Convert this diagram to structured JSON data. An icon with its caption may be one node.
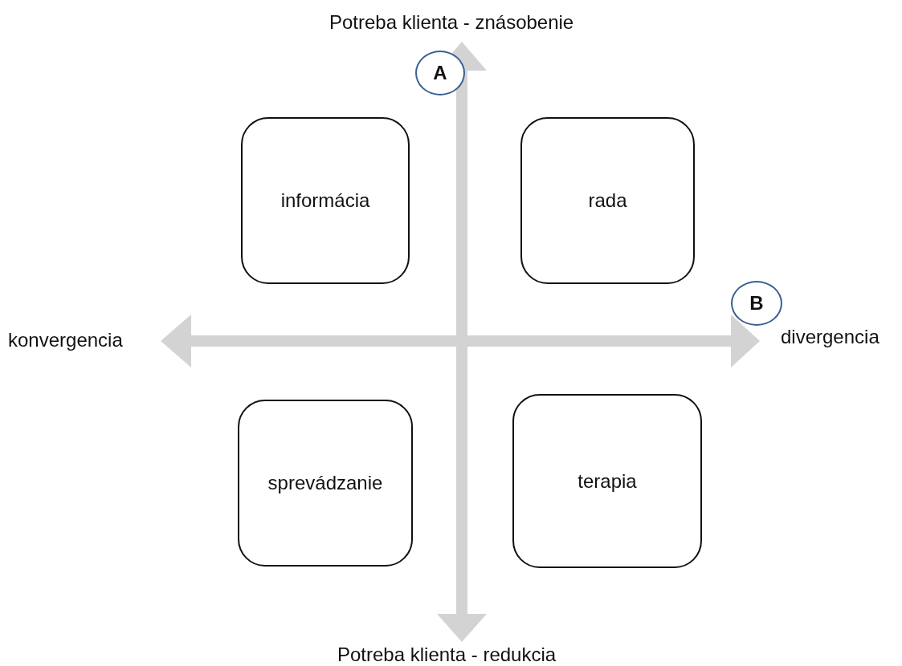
{
  "diagram": {
    "nodes": [
      {
        "text": [
          "A"
        ]
      },
      {
        "text": [
          "informácia"
        ]
      },
      {
        "text": [
          "rada"
        ]
      },
      {
        "text": [
          "B"
        ]
      },
      {
        "text": [
          "sprevádzanie"
        ]
      },
      {
        "text": [
          "terapia"
        ]
      }
    ],
    "labels": [
      "Potreba klienta - znásobenie",
      "konvergencia",
      "divergencia",
      "Potreba klienta - redukcia"
    ]
  }
}
